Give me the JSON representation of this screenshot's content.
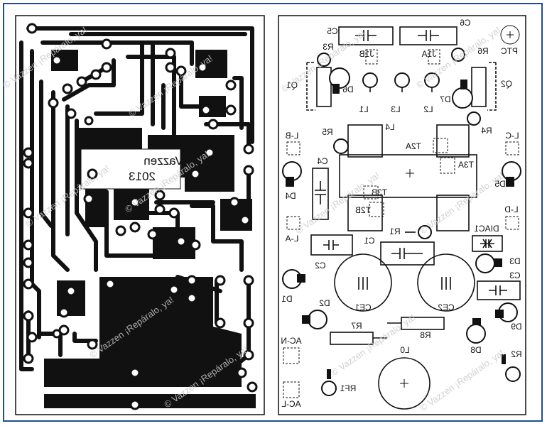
{
  "copper_panel": {
    "brand_line1": "Vazzen",
    "brand_line2": "2013"
  },
  "watermark": "© Vazzen ¡Repáralo, ya!",
  "component_labels": {
    "C5": "C5",
    "C6": "C6",
    "PTC": "PTC",
    "R3": "R3",
    "J1B": "J1B",
    "J1A": "J1A",
    "R6": "R6",
    "Q1": "Q1",
    "Q2": "Q2",
    "D6": "D6",
    "D7": "D7",
    "L1": "L1",
    "L2": "L2",
    "L3": "L3",
    "R5": "R5",
    "L4": "L4",
    "R4": "R4",
    "LB": "L-B",
    "LC": "L-C",
    "T2A_1": "T2A",
    "T3A": "T3A",
    "C4": "C4",
    "D4": "D4",
    "D5": "D5",
    "T3B": "T3B",
    "T2B": "T2B",
    "LD": "L-D",
    "LA": "L-A",
    "R1": "R1",
    "DIAC1": "DIAC1",
    "C1": "C1",
    "C2": "C2",
    "D3": "D3",
    "C3": "C3",
    "D1": "D1",
    "D2": "D2",
    "CE1": "CE1",
    "CE2": "CE2",
    "R7": "R7",
    "R8": "R8",
    "D9": "D9",
    "ACN": "AC-N",
    "L0": "L0",
    "D8": "D8",
    "R2": "R2",
    "RF1": "RF1",
    "ACL": "AC-L"
  }
}
